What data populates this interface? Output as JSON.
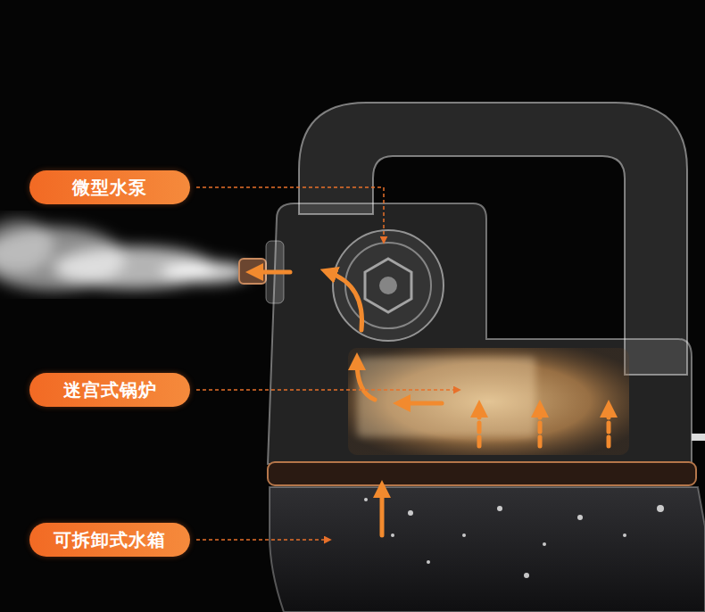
{
  "diagram": {
    "nodes": [
      {
        "text": [
          "微型水泵"
        ]
      },
      {
        "text": [
          "迷宫式锅炉"
        ]
      },
      {
        "text": [
          "可拆卸式水箱"
        ]
      }
    ]
  }
}
